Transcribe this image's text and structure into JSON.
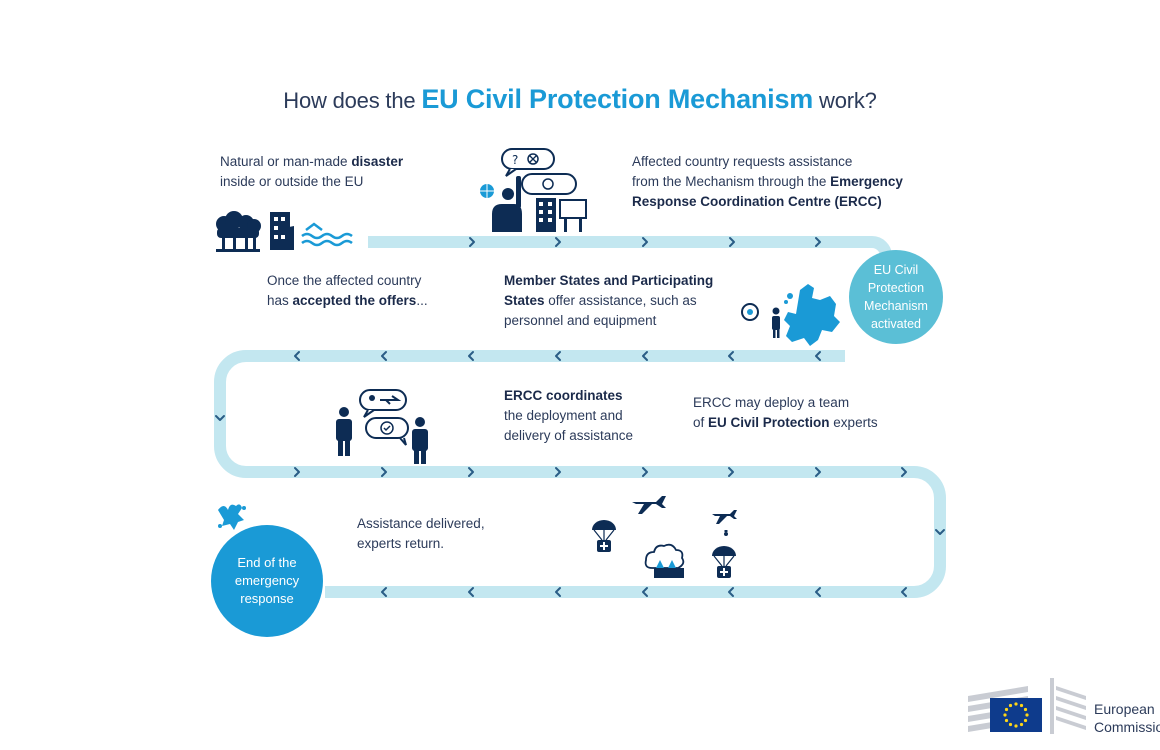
{
  "title": {
    "pre": "How does the ",
    "highlight": "EU Civil Protection Mechanism",
    "post": " work?"
  },
  "steps": {
    "s1": {
      "line1_pre": "Natural or man-made ",
      "line1_bold": "disaster",
      "line2": "inside or outside the EU"
    },
    "s2": {
      "line1": "Affected country requests assistance",
      "line2_pre": "from the Mechanism through the ",
      "line2_bold": "Emergency",
      "line3_bold": "Response Coordination Centre (ERCC)"
    },
    "s3": {
      "line1": "EU Civil",
      "line2": "Protection",
      "line3": "Mechanism",
      "line4": "activated"
    },
    "s4": {
      "line1_bold": "Member States and Participating",
      "line2_bold": "States",
      "line2_rest": " offer assistance, such as",
      "line3": "personnel and equipment"
    },
    "s5": {
      "line1": "Once the affected country",
      "line2_pre": "has ",
      "line2_bold": "accepted the offers",
      "line2_post": "..."
    },
    "s6": {
      "line1_bold": "ERCC coordinates",
      "line2": "the deployment and",
      "line3": "delivery of assistance"
    },
    "s7": {
      "line1": "ERCC may deploy a team",
      "line2_pre": "of ",
      "line2_bold": "EU Civil Protection",
      "line2_post": " experts"
    },
    "s8": {
      "line1": "Assistance delivered,",
      "line2": "experts return."
    },
    "s9": {
      "line1": "End of the",
      "line2": "emergency",
      "line3": "response"
    }
  },
  "logo": {
    "line1": "European",
    "line2": "Commission"
  },
  "colors": {
    "accent": "#1a9ad6",
    "path": "#c3e7f0",
    "circle_light": "#5bbfd6",
    "circle_dark": "#1a9ad6",
    "navy": "#1b2a4a",
    "icon": "#0d2c54"
  },
  "icons": [
    "trees-icon",
    "building-icon",
    "flood-icon",
    "person-raising-hand-icon",
    "globe-icon",
    "question-bubble-icon",
    "chat-bubble-icon",
    "office-building-icon",
    "europe-map-icon",
    "person-icon",
    "people-talking-icon",
    "airplane-icon",
    "parachute-aid-icon",
    "smoke-icon",
    "splash-icon",
    "eu-flag-icon"
  ]
}
